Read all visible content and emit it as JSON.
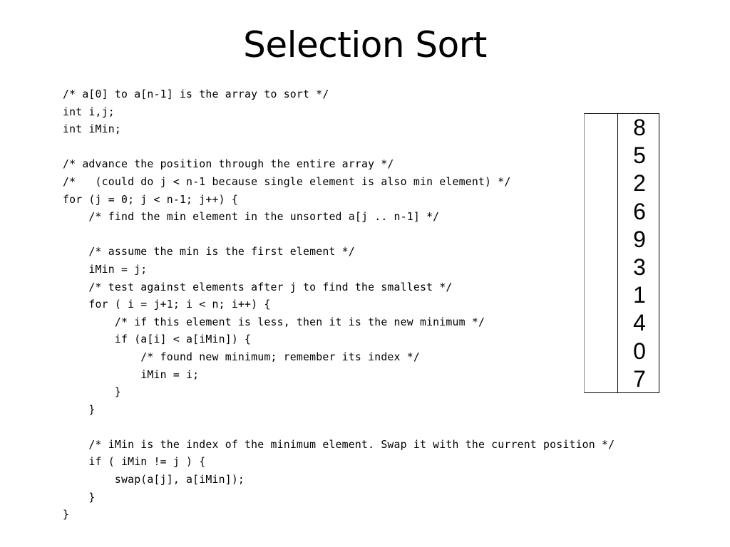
{
  "slide": {
    "title": "Selection Sort",
    "code_lines": [
      "/* a[0] to a[n-1] is the array to sort */",
      "int i,j;",
      "int iMin;",
      "",
      "/* advance the position through the entire array */",
      "/*   (could do j < n-1 because single element is also min element) */",
      "for (j = 0; j < n-1; j++) {",
      "    /* find the min element in the unsorted a[j .. n-1] */",
      "",
      "    /* assume the min is the first element */",
      "    iMin = j;",
      "    /* test against elements after j to find the smallest */",
      "    for ( i = j+1; i < n; i++) {",
      "        /* if this element is less, then it is the new minimum */",
      "        if (a[i] < a[iMin]) {",
      "            /* found new minimum; remember its index */",
      "            iMin = i;",
      "        }",
      "    }",
      "",
      "    /* iMin is the index of the minimum element. Swap it with the current position */",
      "    if ( iMin != j ) {",
      "        swap(a[j], a[iMin]);",
      "    }",
      "}"
    ],
    "array_values": [
      "8",
      "5",
      "2",
      "6",
      "9",
      "3",
      "1",
      "4",
      "0",
      "7"
    ]
  }
}
